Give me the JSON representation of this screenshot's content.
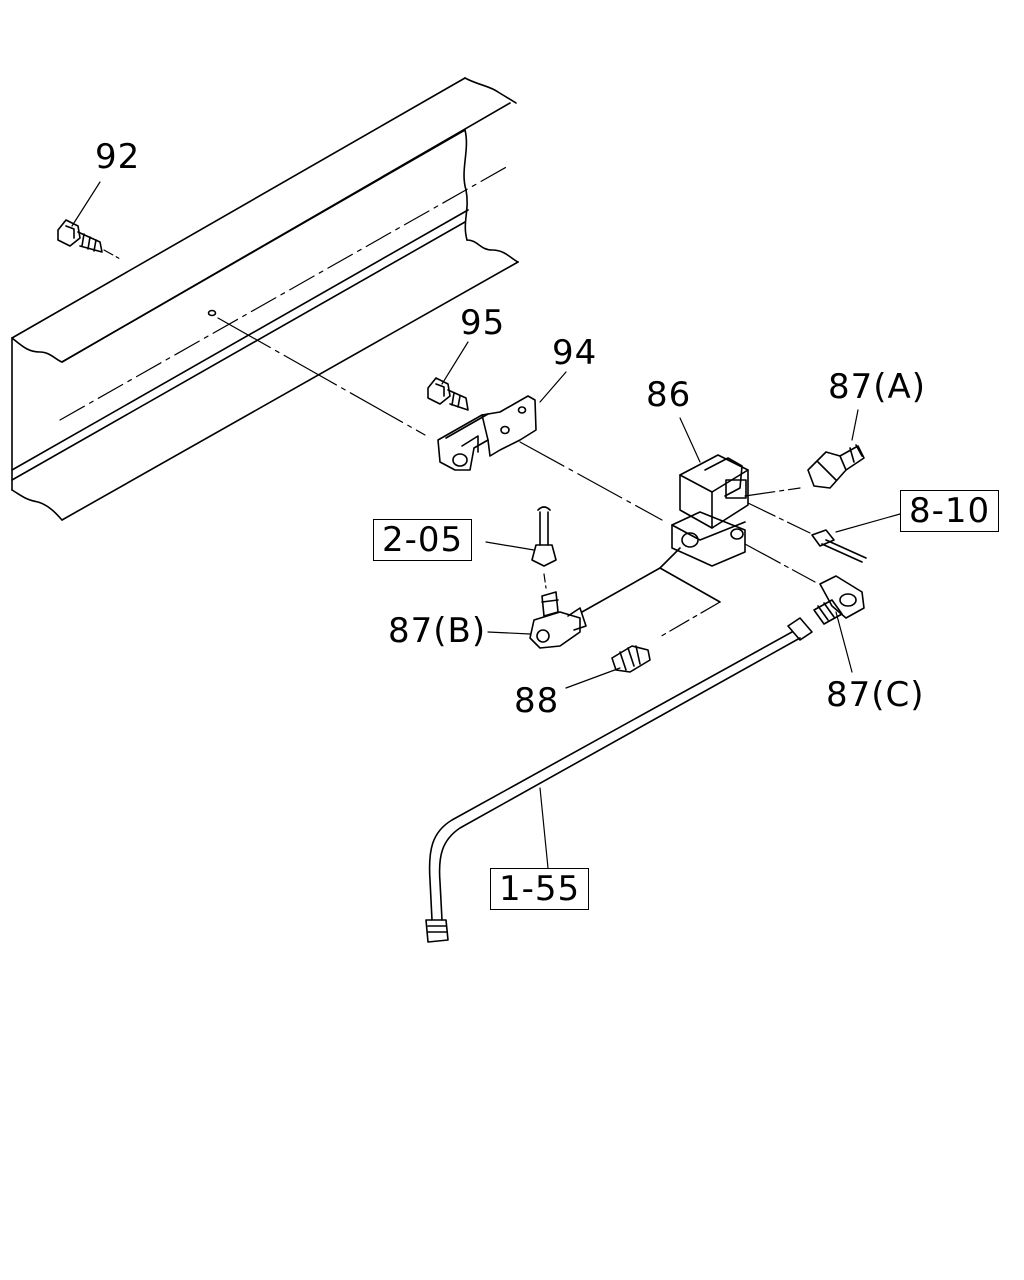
{
  "labels": {
    "p92": "92",
    "p95": "95",
    "p94": "94",
    "p86": "86",
    "p87a": "87(A)",
    "p87b": "87(B)",
    "p87c": "87(C)",
    "p88": "88"
  },
  "refs": {
    "r810": "8-10",
    "r205": "2-05",
    "r155": "1-55"
  }
}
